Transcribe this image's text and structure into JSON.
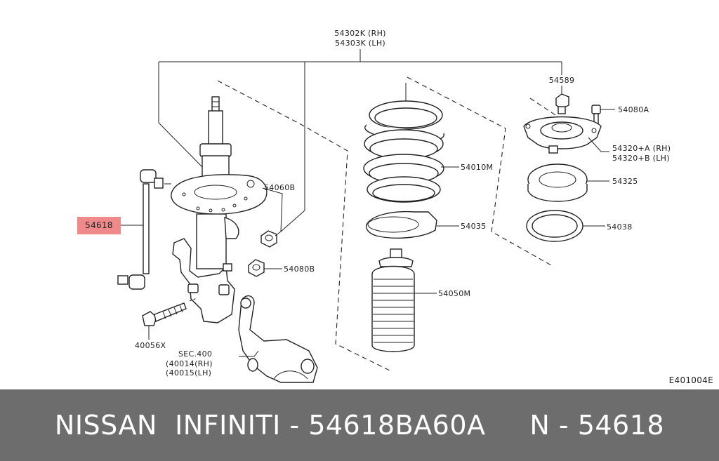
{
  "labels": {
    "top_rh": "54302K (RH)",
    "top_lh": "54303K (LH)",
    "mount_bolt": "54589",
    "nut_top": "54080A",
    "insulator_rh": "54320+A (RH)",
    "insulator_lh": "54320+B (LH)",
    "spring": "54010M",
    "bearing": "54325",
    "seat": "54035",
    "ring": "54038",
    "bound_bumper": "54050M",
    "bracket": "54060B",
    "nut_mid": "54080B",
    "stabilizer_link": "54618",
    "bolt": "40056X",
    "sec": "SEC.400",
    "knuckle_rh": "(40014(RH)",
    "knuckle_lh": "(40015(LH)",
    "diagram_code": "E401004E"
  },
  "highlight_color": "#f08a8a",
  "footer": {
    "text": "NISSAN  INFINITI - 54618BA60A     N - 54618"
  }
}
